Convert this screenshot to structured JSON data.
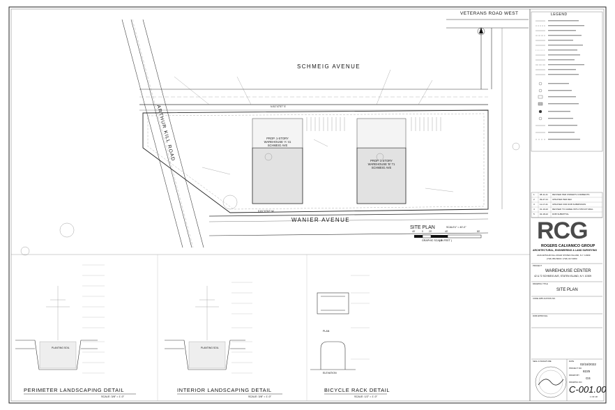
{
  "streets": {
    "top_street": "SCHMEIG AVENUE",
    "bottom_street": "WANIER AVENUE",
    "left_road": "ARTHUR KILL ROAD",
    "top_right_road": "VETERANS ROAD WEST"
  },
  "plan": {
    "building_left_label": "PROP. 1-STORY WAREHOUSE 'A' 41 SCHMEIG AVE",
    "building_right_label": "PROP. 1-STORY WAREHOUSE 'B' 71 SCHMEIG AVE",
    "site_plan_title": "SITE PLAN",
    "scale_prefix": "SCALE:",
    "scale_value": "1\" = 40'-0\"",
    "graphic_scale_caption": "GRAPHIC SCALE",
    "graphic_scale_units": "( IN FEET )",
    "scale_ticks": [
      "40'",
      "0",
      "20'",
      "40'",
      "80'"
    ],
    "boundary_label_top": "N 81°47'57\" E",
    "boundary_label_bottom": "S 81°47'57\" W"
  },
  "legend": {
    "title": "LEGEND"
  },
  "details": [
    {
      "title": "PERIMETER LANDSCAPING DETAIL",
      "scale": "SCALE: 3/8\" = 1'-0\""
    },
    {
      "title": "INTERIOR LANDSCAPING DETAIL",
      "scale": "SCALE: 3/8\" = 1'-0\""
    },
    {
      "title": "BICYCLE RACK DETAIL",
      "scale": "SCALE: 1/2\" = 1'-0\""
    }
  ],
  "detail_labels": {
    "planting_soil": "PLANTING SOIL",
    "elevation": "ELEVATION",
    "plan": "PLAN"
  },
  "title_block": {
    "logo": "RCG",
    "company": "ROGERS CALVANICO GROUP",
    "company_sub": "ARCHITECTURAL, ENGINEERING & LAND SURVEYING",
    "address": "2120 ARTHUR KILL ROAD STATEN ISLAND, N.Y. 10309",
    "phone": "(718) 356-5000 / (718) 317-6353",
    "project_label": "PROJECT",
    "project_name": "WAREHOUSE CENTER",
    "project_address": "42 & 72 SCHMEIG AVE, STATEN ISLAND, N.Y. 10309",
    "drawing_title_label": "DRAWING TITLE",
    "drawing_title": "SITE PLAN",
    "code_app_label": "CODE APPLICATION NO.",
    "dob_app_label": "DOB APPROVAL",
    "date_label": "DATE",
    "date": "02/18/2022",
    "project_no_label": "PROJECT NO.",
    "project_no": "8225",
    "drawn_by_label": "DRAWN BY",
    "drawn_by": "GS",
    "sheet_no_label": "DRAWING NO.",
    "sheet_no": "C-001.00",
    "sheet_of": "1 OF 18",
    "seal_label": "SEAL & SIGNATURE"
  },
  "revisions": [
    {
      "no": "1",
      "date": "08-11-21",
      "desc": "REVISED PER OWNER'S COMMENTS"
    },
    {
      "no": "2",
      "date": "09-27-21",
      "desc": "UPDATED PER DEC"
    },
    {
      "no": "3",
      "date": "11-17-21",
      "desc": "UPDATED FOR DOB SUBMISSION"
    },
    {
      "no": "4",
      "date": "01-10-22",
      "desc": "REVISED TO AGREE WITH STRUCTURAL"
    },
    {
      "no": "5",
      "date": "02-18-22",
      "desc": "DOB SUBMITTAL"
    }
  ]
}
